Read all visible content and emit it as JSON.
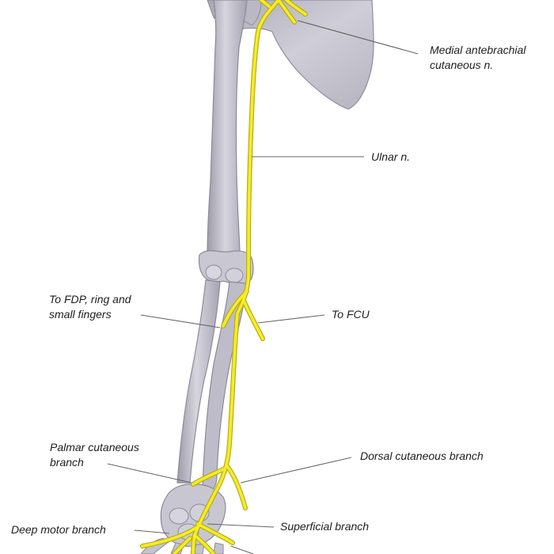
{
  "labels": {
    "medial_antebrachial": {
      "line1": "Medial antebrachial",
      "line2": "cutaneous n."
    },
    "ulnar": "Ulnar n.",
    "to_fdp": {
      "line1": "To FDP, ring and",
      "line2": "small fingers"
    },
    "to_fcu": "To FCU",
    "palmar_cutaneous": {
      "line1": "Palmar cutaneous",
      "line2": "branch"
    },
    "dorsal_cutaneous": "Dorsal cutaneous branch",
    "deep_motor": "Deep motor branch",
    "superficial": "Superficial branch"
  },
  "colors": {
    "nerve": "#f4ec2a",
    "nerve_outline": "#b7ad12",
    "bone": "#c6c5cf",
    "bone_shadow": "#8f8e9b",
    "leader": "#666666"
  }
}
